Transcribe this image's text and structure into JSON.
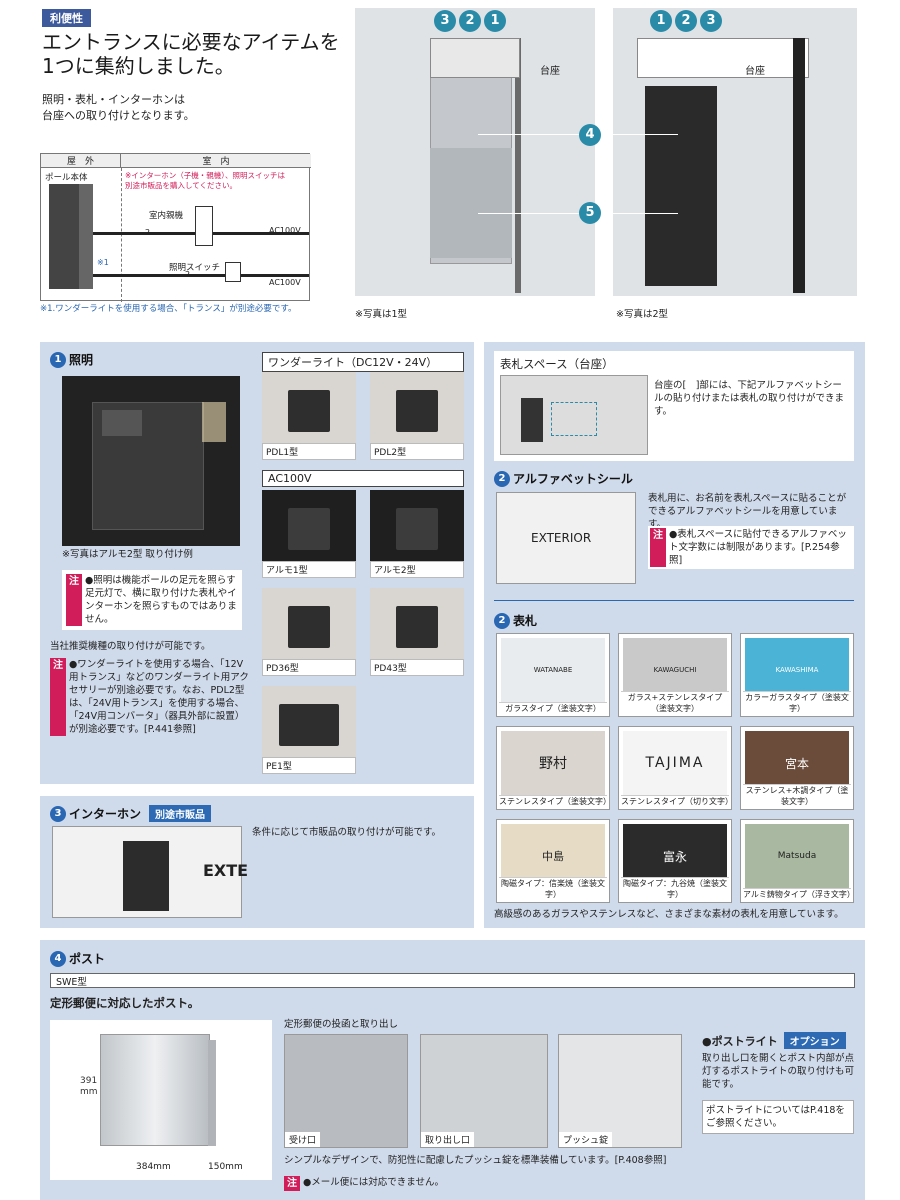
{
  "top": {
    "tag": "利便性",
    "headline1": "エントランスに必要なアイテムを",
    "headline2": "1つに集約しました。",
    "desc1": "照明・表札・インターホンは",
    "desc2": "台座への取り付けとなります。"
  },
  "diagram": {
    "outside": "屋　外",
    "inside": "室　内",
    "pole": "ポール本体",
    "warn1": "※インターホン（子機・親機）、照明スイッチは",
    "warn2": "別途市販品を購入してください。",
    "indoor_unit": "室内親機",
    "switch": "照明スイッチ",
    "wire2a": "2",
    "wire2b": "2",
    "ac1": "AC100V",
    "ac2": "AC100V",
    "mark": "※1",
    "footnote": "※1.ワンダーライトを使用する場合、「トランス」が別途必要です。"
  },
  "photos": {
    "n1": "1",
    "n2": "2",
    "n3": "3",
    "base_label1": "台座",
    "base_label2": "台座",
    "n4": "4",
    "n5": "5",
    "cap1": "※写真は1型",
    "cap2": "※写真は2型"
  },
  "light": {
    "num": "1",
    "title": "照明",
    "photo_cap": "※写真はアルモ2型 取り付け例",
    "note_label": "注",
    "note": "●照明は機能ポールの足元を照らす足元灯で、横に取り付けた表札やインターホンを照らすものではありません。",
    "compat": "当社推奨機種の取り付けが可能です。",
    "note2_label": "注",
    "note2": "●ワンダーライトを使用する場合、「12V用トランス」などのワンダーライト用アクセサリーが別途必要です。なお、PDL2型は、「24V用トランス」を使用する場合、「24V用コンバータ」（器具外部に設置）が別途必要です。[P.441参照]",
    "wonder_label": "ワンダーライト（DC12V・24V）",
    "ac_label": "AC100V",
    "pdl1": "PDL1型",
    "pdl2": "PDL2型",
    "almo1": "アルモ1型",
    "almo2": "アルモ2型",
    "pd36": "PD36型",
    "pd43": "PD43型",
    "pe1": "PE1型"
  },
  "intercom": {
    "num": "3",
    "title": "インターホン",
    "badge": "別途市販品",
    "desc": "条件に応じて市販品の取り付けが可能です。",
    "photo_text": "EXTE"
  },
  "nameplate_space": {
    "title": "表札スペース（台座）",
    "desc": "台座の[　]部には、下記アルファベットシールの貼り付けまたは表札の取り付けができます。"
  },
  "alpha": {
    "num": "2",
    "title": "アルファベットシール",
    "photo_text": "EXTERIOR",
    "desc": "表札用に、お名前を表札スペースに貼ることができるアルファベットシールを用意しています。",
    "note_label": "注",
    "note": "●表札スペースに貼付できるアルファベット文字数には制限があります。[P.254参照]"
  },
  "plates": {
    "num": "2",
    "title": "表札",
    "items": [
      {
        "label": "ガラスタイプ（塗装文字）",
        "text": "WATANABE"
      },
      {
        "label": "ガラス+ステンレスタイプ（塗装文字）",
        "text": "KAWAGUCHI"
      },
      {
        "label": "カラーガラスタイプ（塗装文字）",
        "text": "KAWASHIMA"
      },
      {
        "label": "ステンレスタイプ（塗装文字）",
        "text": "野村"
      },
      {
        "label": "ステンレスタイプ（切り文字）",
        "text": "TAJIMA"
      },
      {
        "label": "ステンレス+木調タイプ（塗装文字）",
        "text": "宮本"
      },
      {
        "label": "陶磁タイプ：信楽焼（塗装文字）",
        "text": "中島"
      },
      {
        "label": "陶磁タイプ：九谷焼（塗装文字）",
        "text": "富永"
      },
      {
        "label": "アルミ鋳物タイプ（浮き文字）",
        "text": "Matsuda"
      }
    ],
    "footer": "高級感のあるガラスやステンレスなど、さまざまな素材の表札を用意しています。"
  },
  "post": {
    "num": "4",
    "title": "ポスト",
    "model": "SWE型",
    "headline": "定形郵便に対応したポスト。",
    "dim_h": "391",
    "dim_unit": "mm",
    "dim_w": "384mm",
    "dim_d": "150mm",
    "sub": "定形郵便の投函と取り出し",
    "cap1": "受け口",
    "cap2": "取り出し口",
    "cap3": "プッシュ錠",
    "desc": "シンプルなデザインで、防犯性に配慮したプッシュ錠を標準装備しています。[P.408参照]",
    "note_label": "注",
    "note": "●メール便には対応できません。",
    "light_title": "●ポストライト",
    "option": "オプション",
    "light_desc": "取り出し口を開くとポスト内部が点灯するポストライトの取り付けも可能です。",
    "ref": "ポストライトについてはP.418をご参照ください。"
  }
}
